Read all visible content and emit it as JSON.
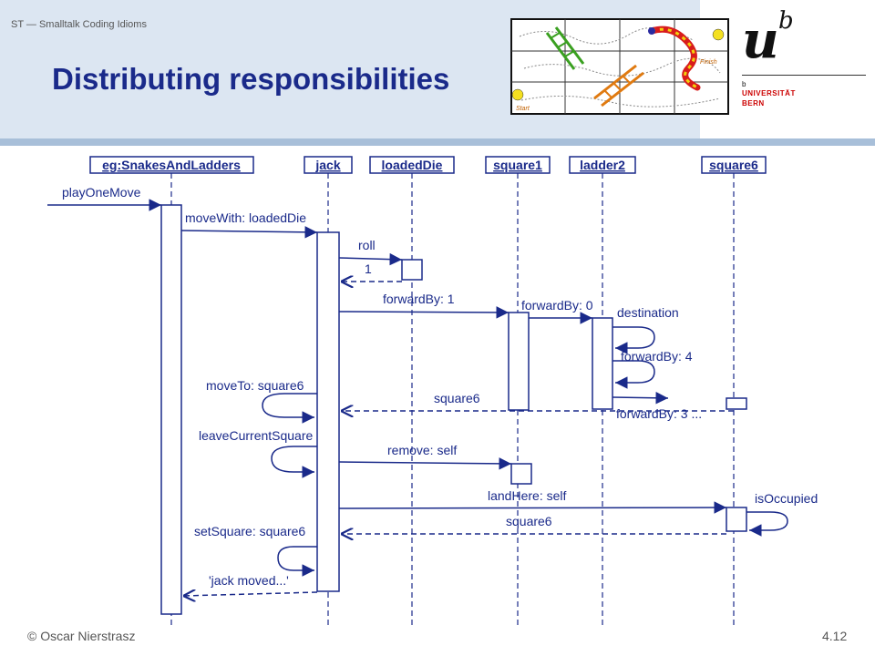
{
  "header": {
    "course": "ST — Smalltalk Coding Idioms",
    "title": "Distributing responsibilities"
  },
  "logo": {
    "letter_u": "u",
    "letter_b": "b",
    "small_b": "b",
    "university": "UNIVERSITÄT",
    "city": "BERN"
  },
  "game_board": {
    "start_label": "Start",
    "finish_label": "Finish"
  },
  "diagram": {
    "participants": [
      "eg:SnakesAndLadders",
      "jack",
      "loadedDie",
      "square1",
      "ladder2",
      "square6"
    ],
    "messages": {
      "playOneMove": "playOneMove",
      "moveWith": "moveWith: loadedDie",
      "roll": "roll",
      "roll_return": "1",
      "forwardBy1": "forwardBy: 1",
      "forwardBy0": "forwardBy: 0",
      "destination": "destination",
      "forwardBy4": "forwardBy: 4",
      "forwardBy3": "forwardBy: 3 ...",
      "square6_return": "square6",
      "moveTo": "moveTo: square6",
      "leaveCurrentSquare": "leaveCurrentSquare",
      "removeSelf": "remove: self",
      "landHere": "landHere: self",
      "isOccupied": "isOccupied",
      "square6_return2": "square6",
      "setSquare": "setSquare: square6",
      "jackMoved": "'jack moved...'"
    }
  },
  "colors": {
    "title": "#1a2a8a",
    "header_band": "#dce6f2",
    "rule_bar": "#a8bfd9",
    "diagram_blue": "#1a2a8a"
  },
  "footer": {
    "author": "© Oscar Nierstrasz",
    "page": "4.12"
  }
}
